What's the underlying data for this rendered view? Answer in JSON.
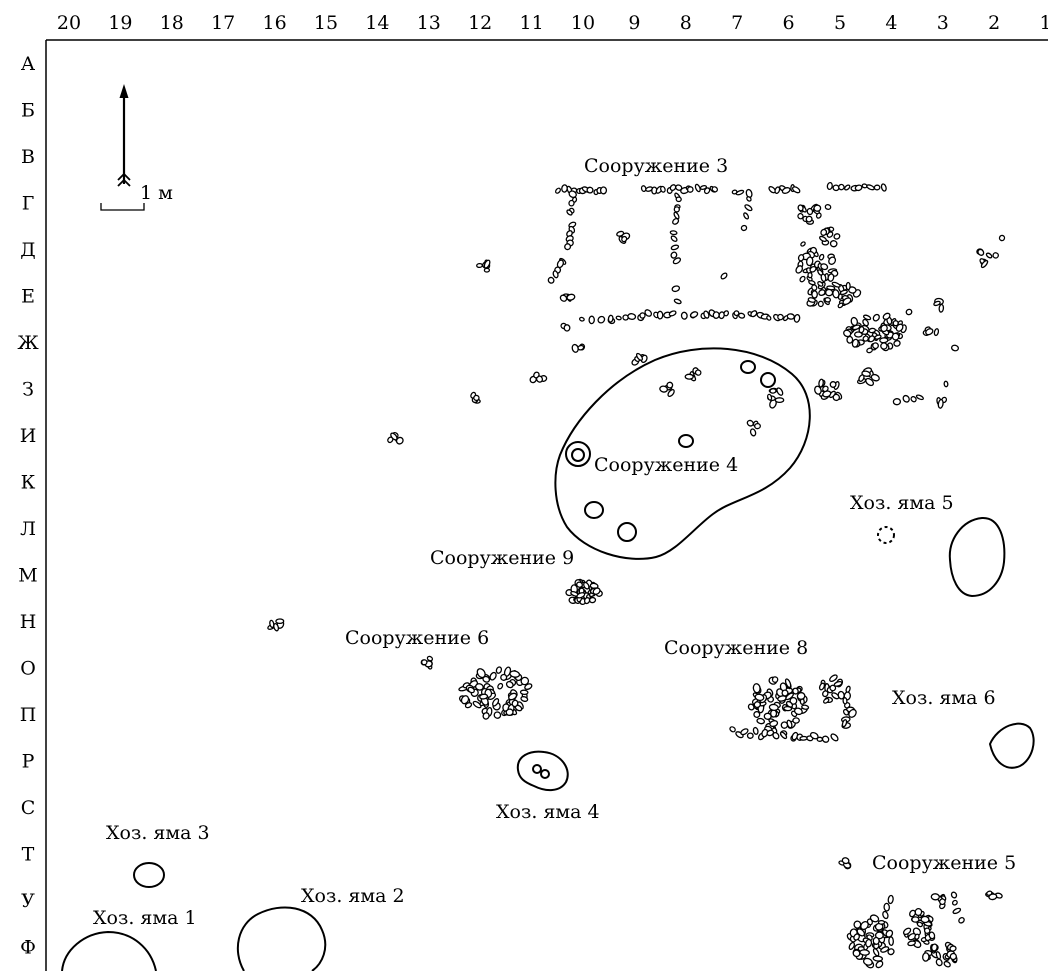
{
  "grid": {
    "columns": [
      "20",
      "19",
      "18",
      "17",
      "16",
      "15",
      "14",
      "13",
      "12",
      "11",
      "10",
      "9",
      "8",
      "7",
      "6",
      "5",
      "4",
      "3",
      "2",
      "1"
    ],
    "rows": [
      "А",
      "Б",
      "В",
      "Г",
      "Д",
      "Е",
      "Ж",
      "З",
      "И",
      "К",
      "Л",
      "М",
      "Н",
      "О",
      "П",
      "Р",
      "С",
      "Т",
      "У",
      "Ф"
    ]
  },
  "scale": {
    "label": "1 м"
  },
  "features": {
    "s3": "Сооружение 3",
    "s4": "Сооружение 4",
    "s5": "Сооружение 5",
    "s6": "Сооружение 6",
    "s8": "Сооружение 8",
    "s9": "Сооружение 9",
    "p1": "Хоз. яма 1",
    "p2": "Хоз. яма 2",
    "p3": "Хоз. яма 3",
    "p4": "Хоз. яма 4",
    "p5": "Хоз. яма 5",
    "p6": "Хоз. яма 6"
  }
}
